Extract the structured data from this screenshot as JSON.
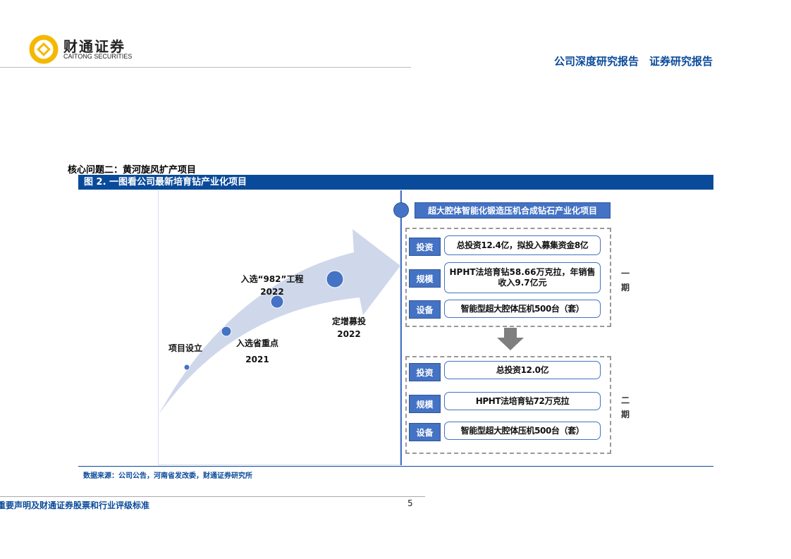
{
  "header": {
    "logo_cn": "财通证券",
    "logo_en": "CAITONG SECURITIES",
    "report_type": "公司深度研究报告　证券研究报告"
  },
  "section_title": "核心问题二：黄河旋风扩产项目",
  "figure_title": "图 2. 一图看公司最新培育钻产业化项目",
  "timeline": [
    {
      "label": "项目设立",
      "year": ""
    },
    {
      "label": "入选省重点",
      "year": "2021"
    },
    {
      "label": "入选“982”工程",
      "year": "2022"
    },
    {
      "label": "定增募投",
      "year": "2022"
    }
  ],
  "project_title": "超大腔体智能化锻造压机合成钻石产业化项目",
  "phase1": {
    "name": "一期",
    "rows": [
      {
        "tag": "投资",
        "text": "总投资12.4亿，拟投入募集资金8亿"
      },
      {
        "tag": "规模",
        "text": "HPHT法培育钻58.66万克拉，年销售收入9.7亿元"
      },
      {
        "tag": "设备",
        "text": "智能型超大腔体压机500台（套）"
      }
    ]
  },
  "phase2": {
    "name": "二期",
    "rows": [
      {
        "tag": "投资",
        "text": "总投资12.0亿"
      },
      {
        "tag": "规模",
        "text": "HPHT法培育钻72万克拉"
      },
      {
        "tag": "设备",
        "text": "智能型超大腔体压机500台（套）"
      }
    ]
  },
  "source": "数据来源：公司公告，河南省发改委，财通证券研究所",
  "footer": {
    "disclaimer": "重要声明及财通证券股票和行业评级标准",
    "page": "5"
  },
  "colors": {
    "brand_blue": "#0a4a9a",
    "accent": "#4472c4",
    "logo": "#f5b800"
  }
}
